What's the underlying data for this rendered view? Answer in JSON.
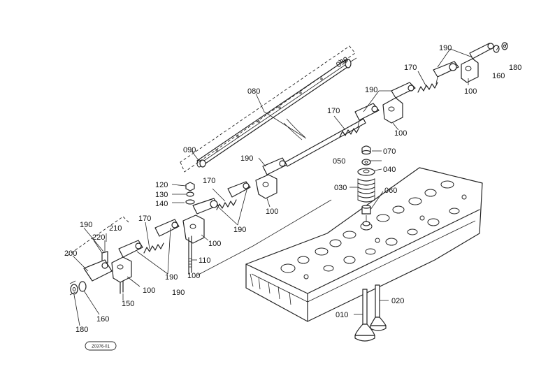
{
  "labels": {
    "l_090_top": "090",
    "l_080": "080",
    "l_090_left": "090",
    "l_170_a": "170",
    "l_190_a": "190",
    "l_190_b": "190",
    "l_100_a": "100",
    "l_100_b": "100",
    "l_160_a": "160",
    "l_180_a": "180",
    "l_170_b": "170",
    "l_190_c": "190",
    "l_100_c": "100",
    "l_070": "070",
    "l_050": "050",
    "l_040": "040",
    "l_030": "030",
    "l_060": "060",
    "l_190_d": "190",
    "l_100_d": "100",
    "l_120": "120",
    "l_130": "130",
    "l_140": "140",
    "l_170_c": "170",
    "l_190_e": "190",
    "l_100_e": "100",
    "l_110": "110",
    "l_190_f": "190",
    "l_210": "210",
    "l_220": "220",
    "l_170_d": "170",
    "l_200": "200",
    "l_190_g": "190",
    "l_100_f": "100",
    "l_150": "150",
    "l_160_b": "160",
    "l_180_b": "180",
    "l_010": "010",
    "l_020": "020"
  },
  "reference_code": "Z0376-01"
}
